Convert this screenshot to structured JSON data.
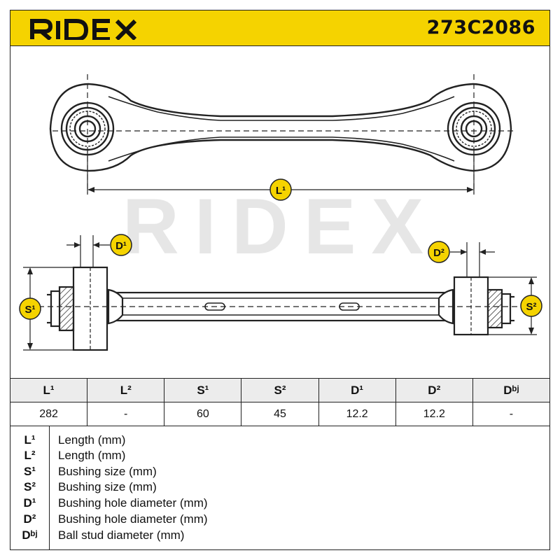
{
  "brand": "RIDEX",
  "part_number": "273C2086",
  "colors": {
    "brand_yellow": "#f5d300",
    "outline": "#222222",
    "watermark": "#e6e6e6",
    "header_cell": "#ececec"
  },
  "drawing_labels": {
    "length": "L¹",
    "hole_left": "D¹",
    "hole_right": "D²",
    "bushing_left": "S¹",
    "bushing_right": "S²",
    "watermark": "RIDEX"
  },
  "specs": {
    "headers": [
      "L¹",
      "L²",
      "S¹",
      "S²",
      "D¹",
      "D²",
      "Dᵇʲ"
    ],
    "values": [
      "282",
      "-",
      "60",
      "45",
      "12.2",
      "12.2",
      "-"
    ]
  },
  "legend": [
    {
      "symbol": "L¹",
      "description": "Length (mm)"
    },
    {
      "symbol": "L²",
      "description": "Length (mm)"
    },
    {
      "symbol": "S¹",
      "description": "Bushing size (mm)"
    },
    {
      "symbol": "S²",
      "description": "Bushing size (mm)"
    },
    {
      "symbol": "D¹",
      "description": "Bushing hole diameter (mm)"
    },
    {
      "symbol": "D²",
      "description": "Bushing hole diameter (mm)"
    },
    {
      "symbol": "Dᵇʲ",
      "description": "Ball stud diameter (mm)"
    }
  ]
}
